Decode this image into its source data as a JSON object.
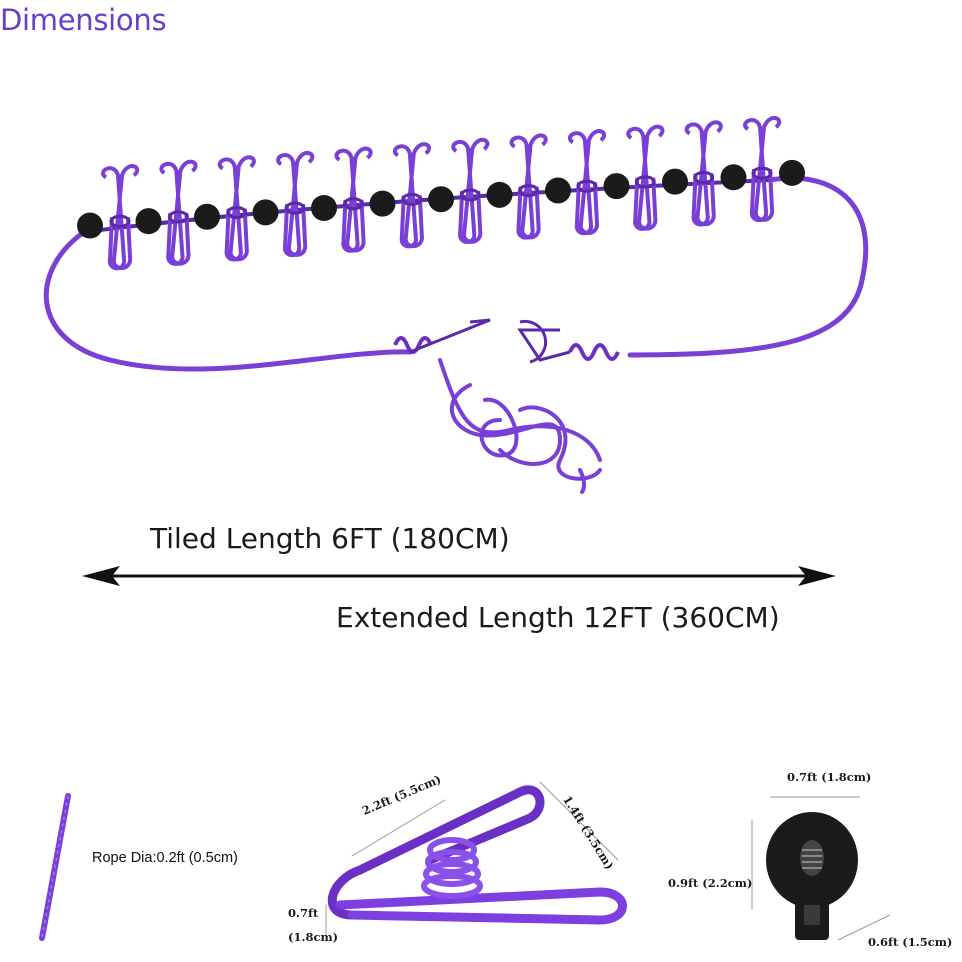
{
  "header": {
    "title": "Dimensions"
  },
  "lengths": {
    "tiled": "Tiled Length 6FT (180CM)",
    "extended": "Extended Length 12FT (360CM)"
  },
  "details": {
    "rope_diameter": "Rope Dia:0.2ft (0.5cm)",
    "clip_length": "2.2ft (5.5cm)",
    "clip_height": "1.4ft (3.5cm)",
    "clip_width_ft": "0.7ft",
    "clip_width_cm": "(1.8cm)",
    "bead_width": "0.7ft (1.8cm)",
    "bead_height": "0.9ft (2.2cm)",
    "bead_base": "0.6ft (1.5cm)"
  },
  "colors": {
    "rope": "#7a3fd6",
    "rope_dark": "#5b2aa8",
    "bead": "#1b1b1b",
    "title": "#6a3fc4",
    "arrow": "#111111"
  },
  "product": {
    "clip_count": 12
  }
}
